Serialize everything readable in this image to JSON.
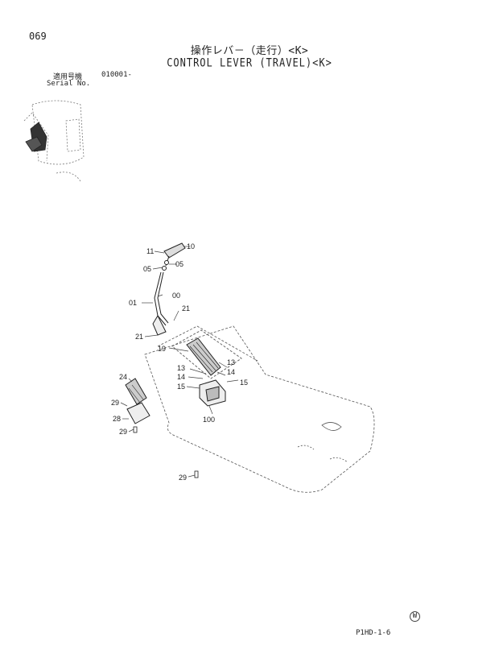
{
  "header": {
    "page_number": "069",
    "title_jp": "操作レバ－（走行）<K>",
    "title_en": "CONTROL LEVER (TRAVEL)<K>",
    "serial_label_jp": "適用号機",
    "serial_value": "010001-",
    "serial_label_en": "Serial No."
  },
  "diagram": {
    "callouts": [
      "11",
      "10",
      "05",
      "05",
      "00",
      "01",
      "21",
      "21",
      "19",
      "13",
      "14",
      "13",
      "14",
      "15",
      "15",
      "24",
      "29",
      "28",
      "29",
      "100",
      "29"
    ]
  },
  "footer": {
    "watermark": "W",
    "page_ref": "P1HD-1-6"
  }
}
